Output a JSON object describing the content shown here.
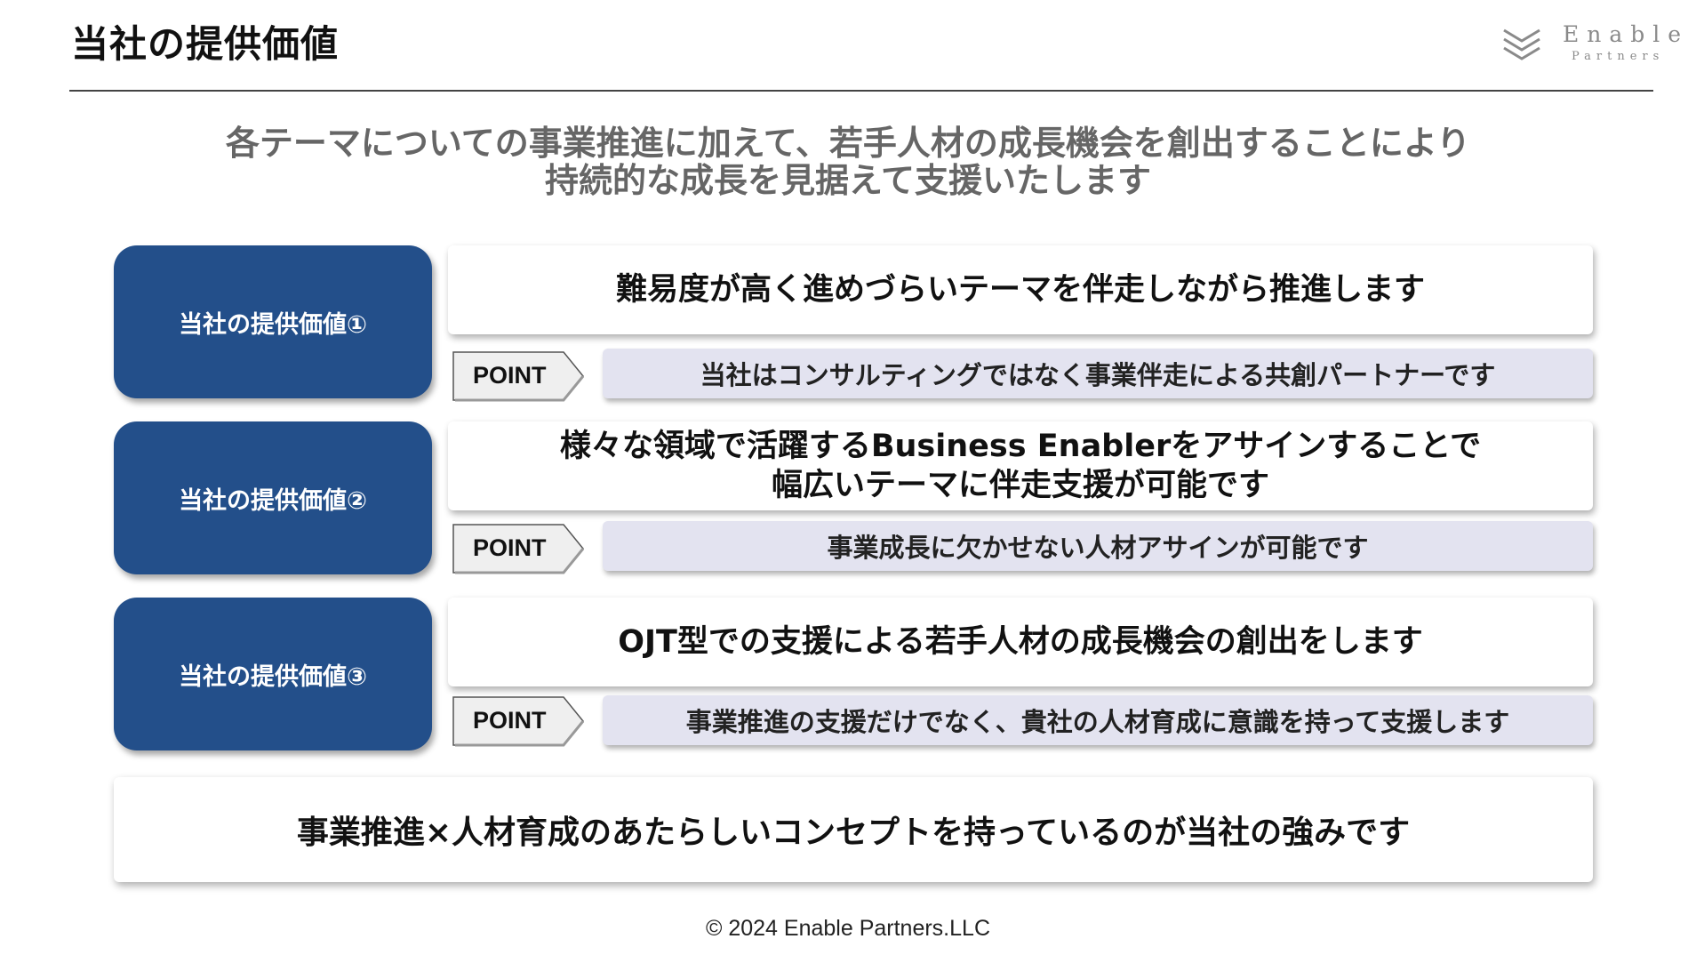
{
  "header": {
    "title": "当社の提供価値",
    "logo": {
      "name": "Enable",
      "sub": "Partners",
      "icon": "chevron-stack-icon"
    }
  },
  "lead": {
    "line1": "各テーマについての事業推進に加えて、若手人材の成長機会を創出することにより",
    "line2": "持続的な成長を見据えて支援いたします"
  },
  "values": [
    {
      "badge": "当社の提供価値①",
      "main_lines": [
        "難易度が高く進めづらいテーマを伴走しながら推進します"
      ],
      "point_label": "POINT",
      "point_text": "当社はコンサルティングではなく事業伴走による共創パートナーです"
    },
    {
      "badge": "当社の提供価値②",
      "main_lines": [
        "様々な領域で活躍するBusiness Enablerをアサインすることで",
        "幅広いテーマに伴走支援が可能です"
      ],
      "point_label": "POINT",
      "point_text": "事業成長に欠かせない人材アサインが可能です"
    },
    {
      "badge": "当社の提供価値③",
      "main_lines": [
        "OJT型での支援による若手人材の成長機会の創出をします"
      ],
      "point_label": "POINT",
      "point_text": "事業推進の支援だけでなく、貴社の人材育成に意識を持って支援します"
    }
  ],
  "conclusion": "事業推進×人材育成のあたらしいコンセプトを持っているのが当社の強みです",
  "footer": "© 2024 Enable Partners.LLC",
  "colors": {
    "badge": "#234f8a",
    "point_box": "#e3e3f0",
    "lead_text": "#666666",
    "logo": "#8a8a8a"
  }
}
